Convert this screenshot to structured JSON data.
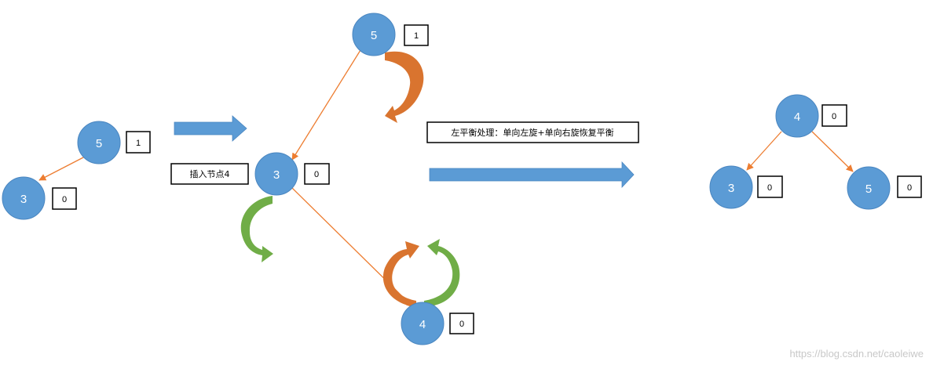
{
  "colors": {
    "node": "#5b9bd5",
    "node_stroke": "#4a86c0",
    "edge": "#ed7d31",
    "arrow_blue": "#5b9bd5",
    "rot_orange": "#d9742f",
    "rot_green": "#70ad47"
  },
  "tree1": {
    "root": {
      "value": "5",
      "balance": "1"
    },
    "left": {
      "value": "3",
      "balance": "0"
    }
  },
  "step1_label": "插入节点4",
  "tree2": {
    "root": {
      "value": "5",
      "balance": "1"
    },
    "mid": {
      "value": "3",
      "balance": "0"
    },
    "leaf": {
      "value": "4",
      "balance": "0"
    }
  },
  "step2_label": "左平衡处理：单向左旋+单向右旋恢复平衡",
  "tree3": {
    "root": {
      "value": "4",
      "balance": "0"
    },
    "left": {
      "value": "3",
      "balance": "0"
    },
    "right": {
      "value": "5",
      "balance": "0"
    }
  },
  "watermark": "https://blog.csdn.net/caoleiwe"
}
